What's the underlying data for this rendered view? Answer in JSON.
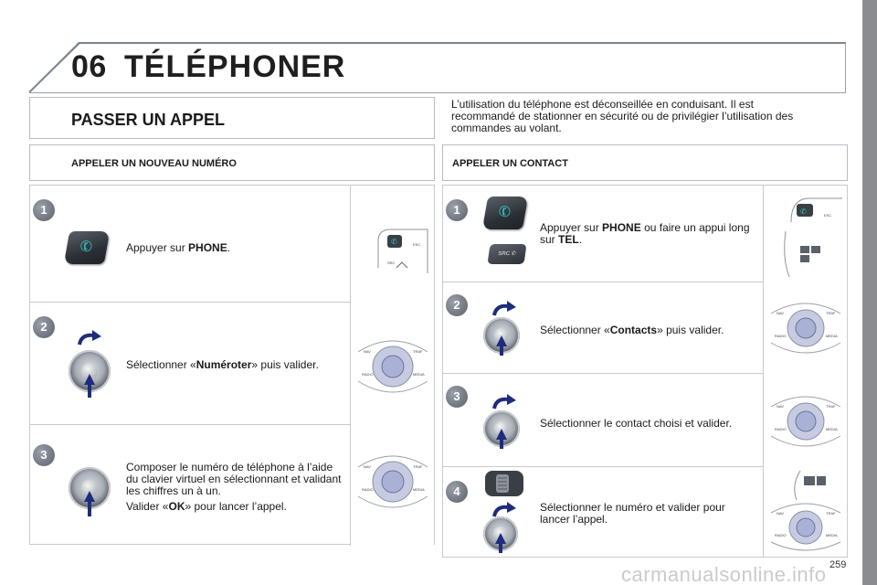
{
  "chapter": {
    "number": "06",
    "title": "TÉLÉPHONER"
  },
  "section": {
    "title": "PASSER UN APPEL"
  },
  "warning": "L’utilisation du téléphone est déconseillée en conduisant. Il est recommandé de stationner en sécurité ou de privilégier l’utilisation des commandes au volant.",
  "left": {
    "heading": "APPELER UN NOUVEAU NUMÉRO",
    "steps": [
      {
        "n": "1",
        "pre": "Appuyer sur ",
        "bold": "PHONE",
        "post": "."
      },
      {
        "n": "2",
        "pre": "Sélectionner «",
        "bold": "Numéroter",
        "post": "» puis valider."
      },
      {
        "n": "3",
        "line1": "Composer le numéro de téléphone à l’aide du clavier virtuel en sélectionnant et validant les chiffres un à un.",
        "pre": "Valider «",
        "bold": "OK",
        "post": "» pour lancer l’appel."
      }
    ]
  },
  "right": {
    "heading": "APPELER UN CONTACT",
    "steps": [
      {
        "n": "1",
        "pre": "Appuyer sur ",
        "bold": "PHONE",
        "mid": " ou faire un appui long sur ",
        "bold2": "TEL",
        "post": "."
      },
      {
        "n": "2",
        "pre": "Sélectionner «",
        "bold": "Contacts",
        "post": "» puis valider."
      },
      {
        "n": "3",
        "text": "Sélectionner le contact choisi et valider."
      },
      {
        "n": "4",
        "text": "Sélectionner le numéro et valider pour lancer l’appel."
      }
    ]
  },
  "icons": {
    "phone": "phone-icon",
    "src": "SRC",
    "knob_labels": {
      "nav": "NAV",
      "traf": "TRAF",
      "radio": "RADIO",
      "media": "MEDIA",
      "esc": "ESC"
    }
  },
  "page_number": "259",
  "watermark": "carmanualsonline.info",
  "colors": {
    "accent_arrow": "#1e2c7d",
    "phone_glyph": "#2fc8c0",
    "rail": "#8a8c90"
  }
}
